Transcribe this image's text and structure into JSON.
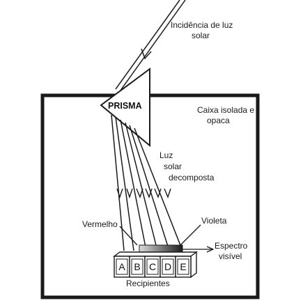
{
  "labels": {
    "incidence_line1": "Incidência de luz",
    "incidence_line2": "solar",
    "prism": "PRISMA",
    "box_line1": "Caixa isolada e",
    "box_line2": "opaca",
    "decomposed_line1": "Luz",
    "decomposed_line2": "solar",
    "decomposed_line3": "decomposta",
    "red": "Vermelho",
    "violet": "Violeta",
    "spectrum_line1": "Espectro",
    "spectrum_line2": "visível",
    "containers": "Recipientes"
  },
  "containers": [
    "A",
    "B",
    "C",
    "D",
    "E"
  ],
  "colors": {
    "line": "#1a1a1a",
    "strip_start": "#dcdcdc",
    "strip_end": "#1c1c1c"
  }
}
